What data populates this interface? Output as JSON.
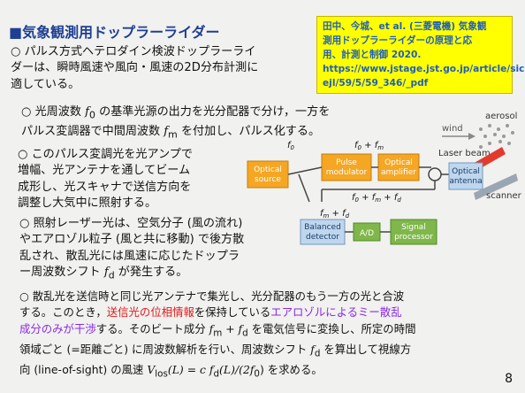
{
  "title": "■気象観測用ドップラーライダー",
  "reference": {
    "lines": [
      "田中、今城、et al. (三菱電機) 気象観",
      "測用ドップラーライダーの原理と応",
      "用、計測と制御 2020.",
      "https://www.jstage.jst.go.jp/article/sic",
      "ejl/59/5/59_346/_pdf"
    ]
  },
  "p1": [
    "○ パルス方式ヘテロダイン検波ドップラーライ",
    "ダーは、瞬時風速や風向・風速の2D分布計測に",
    "適している。"
  ],
  "p2": {
    "l1a": "○ 光周波数 ",
    "l1m": "f",
    "l1sub": "0",
    "l1b": " の基準光源の出力を光分配器で分け，一方を",
    "l2a": "パルス変調器で中間周波数 ",
    "l2m": "f",
    "l2sub": "m",
    "l2b": " を付加し、パルス化する。"
  },
  "p3": [
    "○ このパルス変調光を光アンプで",
    "増幅、光アンテナを通してビーム",
    "成形し、光スキャナで送信方向を",
    "調整し大気中に照射する。"
  ],
  "p4": {
    "lines": [
      "○ 照射レーザー光は、空気分子 (風の流れ)",
      "やエアロゾル粒子 (風と共に移動) で後方散",
      "乱され、散乱光には風速に応じたドップラ"
    ],
    "l4a": "ー周波数シフト ",
    "l4m": "f",
    "l4sub": "d",
    "l4b": " が発生する。"
  },
  "p5": {
    "l1": "○ 散乱光を送信時と同じ光アンテナで集光し、光分配器のもう一方の光と合波",
    "l2a": "する。このとき，",
    "l2red": "送信光の位相情報",
    "l2b": "を保持している",
    "l2purple": "エアロゾルによるミー散乱",
    "l3purple": "成分のみが干渉",
    "l3a": "する。そのビート成分 ",
    "l3math": "f",
    "l3sub1": "m",
    "l3plus": " + ",
    "l3math2": "f",
    "l3sub2": "d",
    "l3b": " を電気信号に変換し、所定の時間",
    "l4a": "領域ごと (=距離ごと) に周波数解析を行い、周波数シフト ",
    "l4math": "f",
    "l4sub": "d",
    "l4b": " を算出して視線方",
    "l5a": "向 (line-of-sight) の風速 ",
    "l5math": "V",
    "l5sub": "los",
    "l5b": "(L) = c f",
    "l5sub2": "d",
    "l5c": "(L)/(2f",
    "l5sub3": "0",
    "l5d": ") を求める。"
  },
  "diagram": {
    "optical_source": [
      "Optical",
      "source"
    ],
    "pulse_modulator": [
      "Pulse",
      "modulator"
    ],
    "optical_amplifier": [
      "Optical",
      "amplifier"
    ],
    "optical_antenna": [
      "Optical",
      "antenna"
    ],
    "balanced_detector": [
      "Balanced",
      "detector"
    ],
    "ad": "A/D",
    "signal_processor": [
      "Signal",
      "processor"
    ],
    "wind": "wind",
    "aerosol": "aerosol",
    "laser_beam": "Laser beam",
    "scanner": "scanner",
    "f0": "f0",
    "f0_fm": "f0 + fm",
    "f0_fm_fd": "f0 + fm + fd",
    "fm_fd": "fm + fd"
  },
  "page_number": "8",
  "colors": {
    "title": "#1f3f93",
    "ref_bg": "#ffff00",
    "ref_text": "#1f5fb8",
    "box_fill": "#f5a623",
    "detector_fill": "#bfd7ee",
    "processor_fill": "#7fb74a"
  }
}
